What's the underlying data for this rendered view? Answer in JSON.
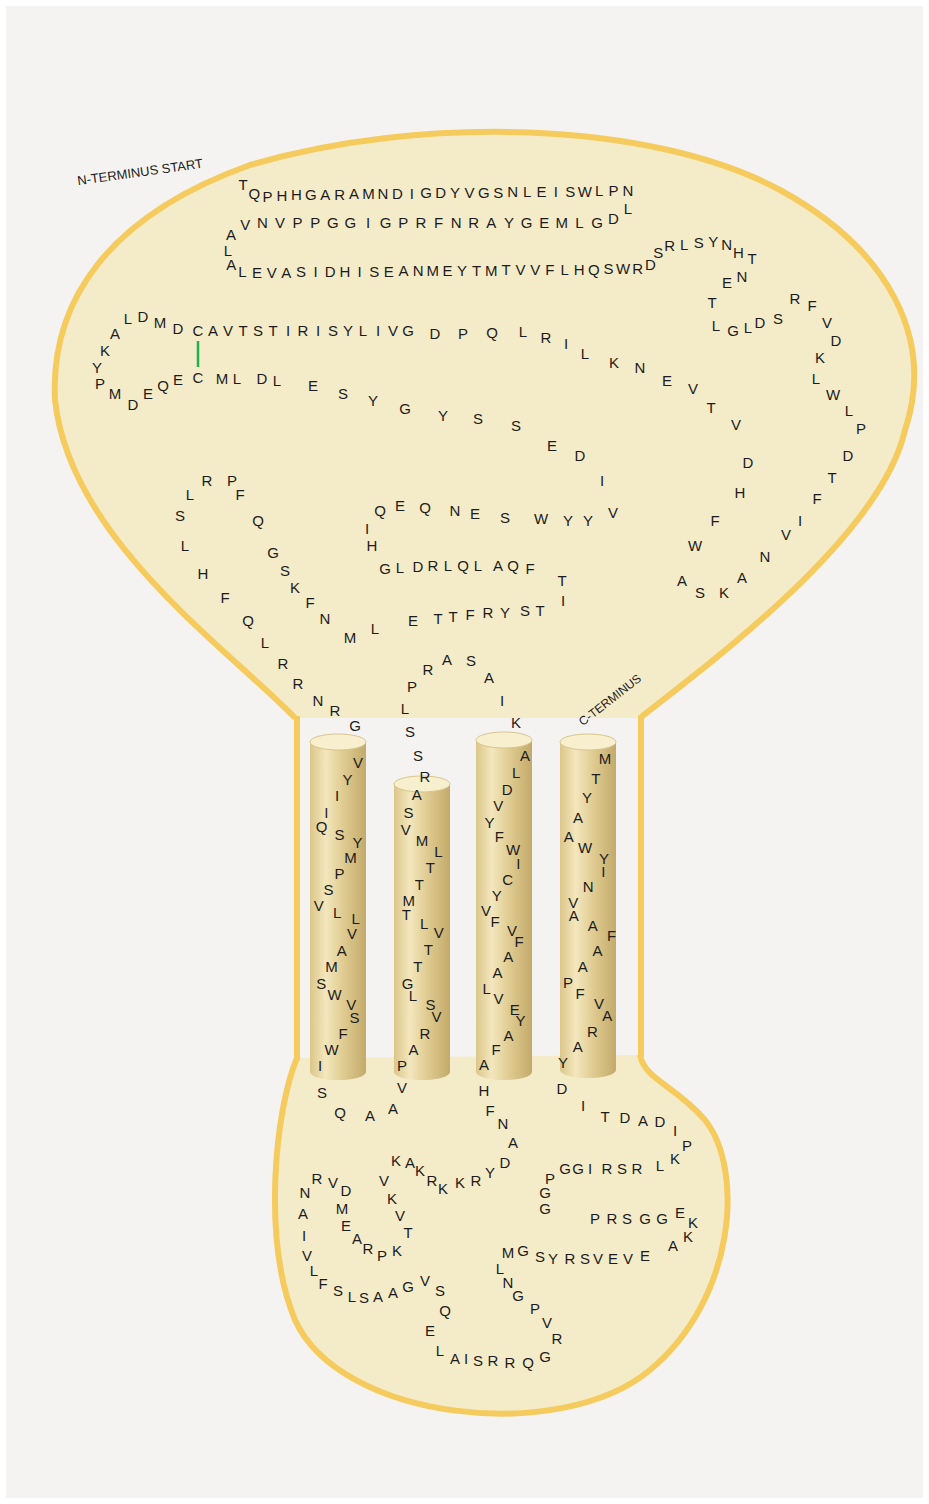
{
  "diagram": {
    "labels": [
      "N-TERMINUS START",
      "TQPHHGARAMNDIGDYVGSNLEISWLPN",
      "LDGLMEGYARNFRPGIGGPPVNVA",
      "LALEVASIDHISEANMEYTMTVVFLHQSWRDSRLSYNHT",
      "NETLGLDSRFVDKLWLPDTFIVNAKSAWFHDVTVENKLIRLQPDG",
      "VILYSIRITSTVAC",
      "DMDLAKYPMDEQEC",
      "MLDLESYGYSSEDIV",
      "YYWSENQEQIH",
      "GLDRLQLAQFT",
      "ITSYRFTTELMNFKSGQFPRLSLHFQLRRNRG",
      "VYIIQSYMPSVLLVAMSWVSFWI",
      "SQAAV",
      "PARVSLGTTVLTMTTLMVSAR",
      "SSLPRASAIK",
      "ALDVYFWICYVFVFAALVEYAFA",
      "HFNADYRKKRKAKV",
      "KVTKPRAEMDVRNAIVLFSLSAAGVS",
      "QELAISRRQGRVPGNLMG",
      "SYRSVEVEAKKEGGSRP",
      "GGPGGIRSRLKPIDADTID",
      "YARAVFPAAFAAVNIYWAAYTM",
      "C-TERMINUS"
    ]
  }
}
